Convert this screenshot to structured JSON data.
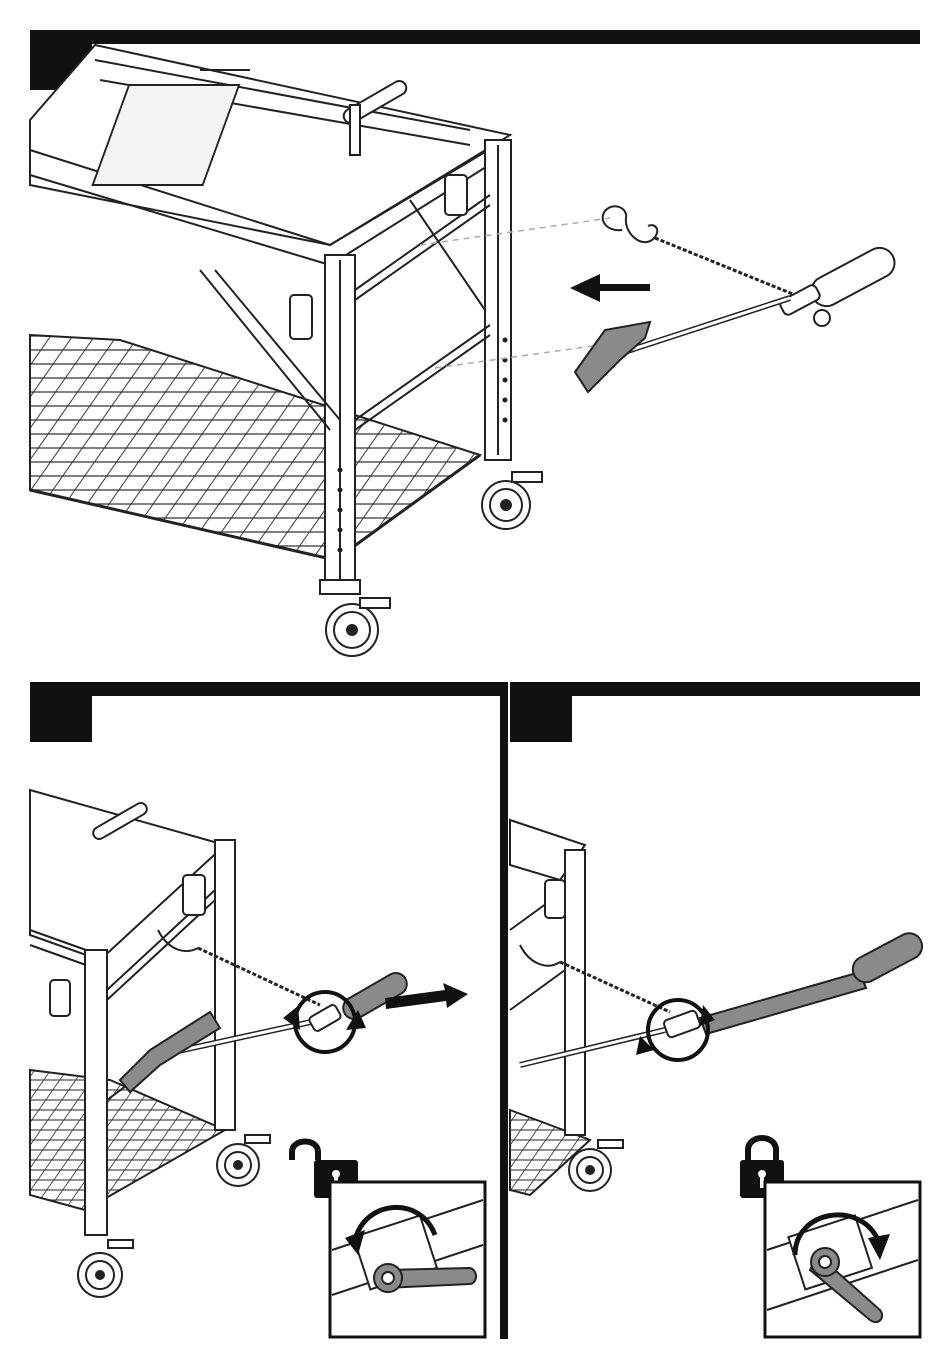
{
  "document": {
    "type": "assembly-instructions",
    "steps": [
      {
        "number": ""
      },
      {
        "number": ""
      },
      {
        "number": ""
      }
    ],
    "icons": {
      "step1": [
        "shelving-cart-illustration",
        "hook-chain-illustration",
        "roller-handle-illustration",
        "arrow-left-icon"
      ],
      "step2": [
        "shelving-cart-illustration",
        "rotate-arrow-icon",
        "arrow-double-icon",
        "unlock-icon",
        "lever-detail-illustration"
      ],
      "step3": [
        "shelving-cart-illustration",
        "rotate-arrow-icon",
        "lock-icon",
        "lever-detail-illustration"
      ]
    },
    "colors": {
      "ink": "#111111",
      "handle_gray": "#8a8a8a",
      "paper": "#ffffff"
    }
  }
}
